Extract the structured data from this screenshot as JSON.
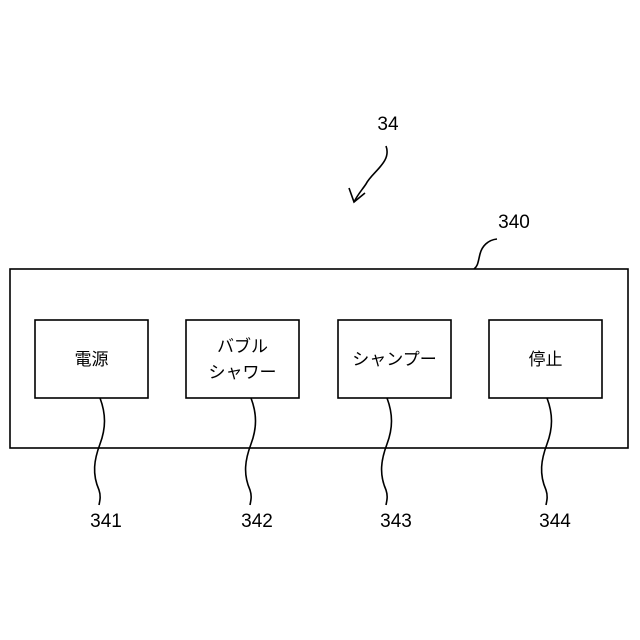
{
  "figure_ref": "34",
  "panel": {
    "ref": "340",
    "buttons": [
      {
        "label_lines": [
          "電源"
        ],
        "ref": "341"
      },
      {
        "label_lines": [
          "バブル",
          "シャワー"
        ],
        "ref": "342"
      },
      {
        "label_lines": [
          "シャンプー"
        ],
        "ref": "343"
      },
      {
        "label_lines": [
          "停止"
        ],
        "ref": "344"
      }
    ]
  }
}
